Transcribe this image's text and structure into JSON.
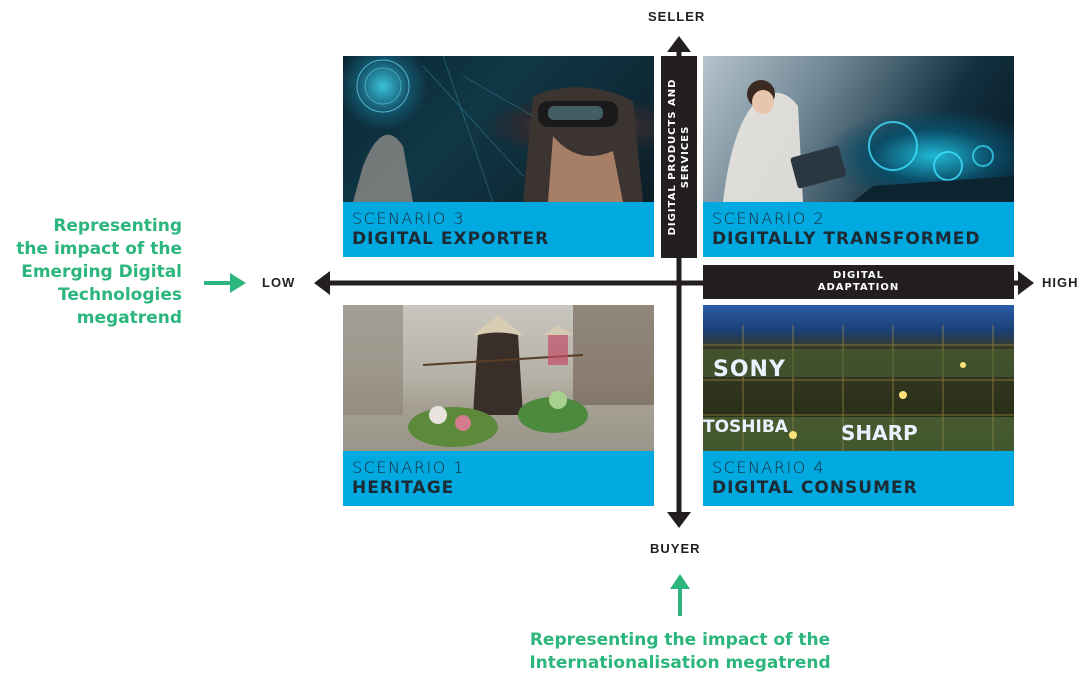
{
  "axes": {
    "top": "SELLER",
    "bottom": "BUYER",
    "left": "LOW",
    "right": "HIGH",
    "vertical_label_line1": "DIGITAL PRODUCTS AND",
    "vertical_label_line2": "SERVICES",
    "horizontal_label_line1": "DIGITAL",
    "horizontal_label_line2": "ADAPTATION"
  },
  "notes": {
    "left_lines": [
      "Representing",
      "the impact of the",
      "Emerging Digital",
      "Technologies",
      "megatrend"
    ],
    "bottom_lines": [
      "Representing the impact of the",
      "Internationalisation megatrend"
    ]
  },
  "scenarios": [
    {
      "number": "SCENARIO 3",
      "name": "DIGITAL EXPORTER"
    },
    {
      "number": "SCENARIO 2",
      "name": "DIGITALLY TRANSFORMED"
    },
    {
      "number": "SCENARIO 1",
      "name": "HERITAGE"
    },
    {
      "number": "SCENARIO 4",
      "name": "DIGITAL CONSUMER"
    }
  ],
  "photo_signs": [
    "SONY",
    "TOSHIBA",
    "SHARP"
  ],
  "colors": {
    "accent_blue": "#00a9e0",
    "note_green": "#2cb67d",
    "axis_dark": "#231f20"
  }
}
